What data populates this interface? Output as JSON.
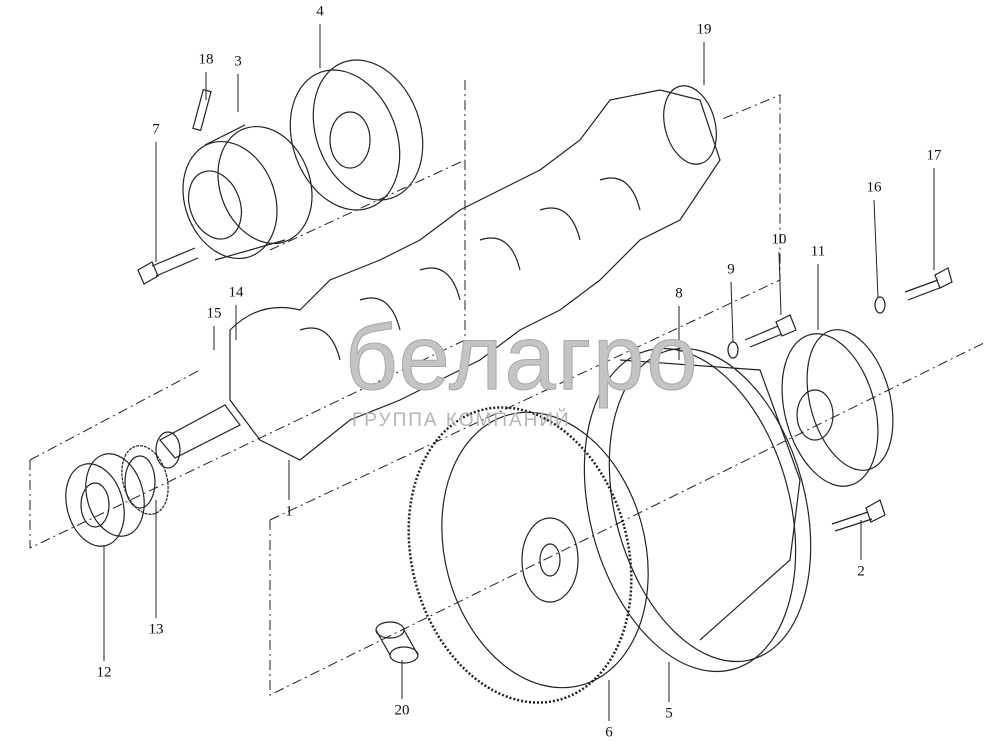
{
  "diagram": {
    "title": "Crankshaft and flywheel exploded view",
    "callouts": [
      "1",
      "2",
      "3",
      "4",
      "5",
      "6",
      "7",
      "8",
      "9",
      "10",
      "11",
      "12",
      "13",
      "14",
      "15",
      "16",
      "17",
      "18",
      "19",
      "20"
    ]
  },
  "watermark": {
    "brand": "белагро",
    "subtitle": "ГРУППА КОМПАНИЙ"
  },
  "colors": {
    "line": "#222222",
    "watermark": "#aaaaaa"
  }
}
